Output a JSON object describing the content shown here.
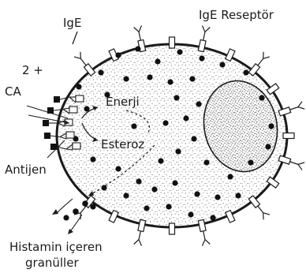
{
  "diagram": {
    "labels": {
      "ige": "IgE",
      "ige_receptor": "IgE Reseptör",
      "calcium_charge": "2 +",
      "calcium": "CA",
      "energy": "Enerji",
      "esterase": "Esteroz",
      "antigen": "Antijen",
      "histamine_line1": "Histamin içeren",
      "histamine_line2": "granüller"
    },
    "icons": [
      "receptor-y-icon",
      "antigen-square-icon",
      "granule-dot-icon"
    ],
    "colors": {
      "ink": "#1b1b1b",
      "background": "#ffffff"
    }
  }
}
